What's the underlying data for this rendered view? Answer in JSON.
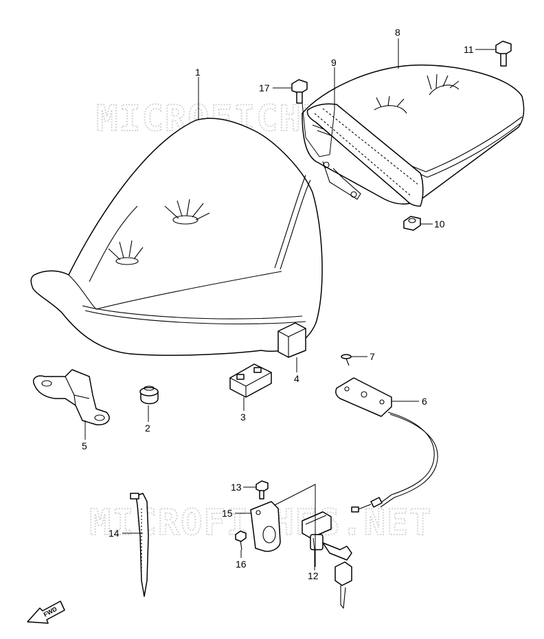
{
  "watermarks": [
    "MICROFICHES.NET",
    "MICROFICHES.NET"
  ],
  "fwd_label": "FWD",
  "callouts": [
    {
      "key": "seat",
      "num": "1"
    },
    {
      "key": "cushion",
      "num": "2"
    },
    {
      "key": "block",
      "num": "3"
    },
    {
      "key": "damper",
      "num": "4"
    },
    {
      "key": "bracket",
      "num": "5"
    },
    {
      "key": "plate",
      "num": "6"
    },
    {
      "key": "screw7",
      "num": "7"
    },
    {
      "key": "pillion",
      "num": "8"
    },
    {
      "key": "strap",
      "num": "9"
    },
    {
      "key": "nut",
      "num": "10"
    },
    {
      "key": "bolt11",
      "num": "11"
    },
    {
      "key": "lock",
      "num": "12"
    },
    {
      "key": "bolt13",
      "num": "13"
    },
    {
      "key": "tie",
      "num": "14"
    },
    {
      "key": "lockbracket",
      "num": "15"
    },
    {
      "key": "screw16",
      "num": "16"
    },
    {
      "key": "bolt17",
      "num": "17"
    }
  ]
}
